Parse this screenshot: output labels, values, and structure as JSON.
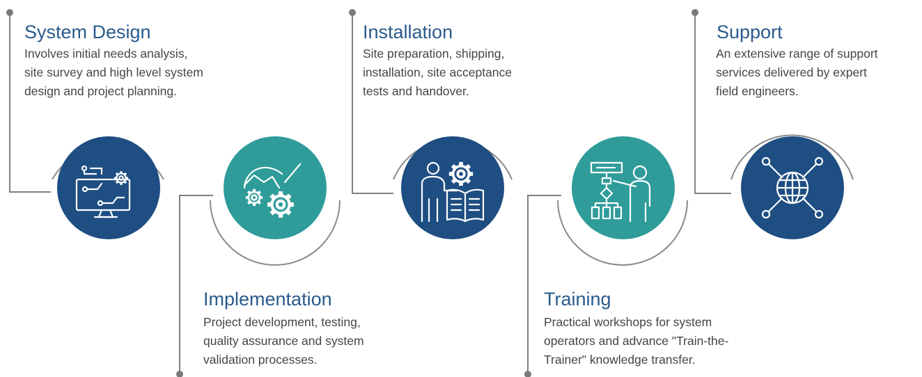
{
  "colors": {
    "primary_blue": "#1e4e82",
    "teal": "#2f9c9a",
    "title_blue": "#2a5a8c",
    "connector_gray": "#808080",
    "text_gray": "#454545"
  },
  "stages": [
    {
      "title": "System Design",
      "description_lines": [
        "Involves initial needs analysis,",
        "site survey and high level system",
        "design and project planning."
      ],
      "icon": "computer-settings-icon",
      "color": "blue"
    },
    {
      "title": "Implementation",
      "description_lines": [
        "Project development, testing,",
        "quality assurance and system",
        "validation processes."
      ],
      "icon": "gears-chart-icon",
      "color": "teal"
    },
    {
      "title": "Installation",
      "description_lines": [
        "Site preparation, shipping,",
        "installation, site acceptance",
        "tests and handover."
      ],
      "icon": "engineer-manual-icon",
      "color": "blue"
    },
    {
      "title": "Training",
      "description_lines": [
        "Practical workshops for system",
        "operators and advance \"Train-the-",
        "Trainer\" knowledge transfer."
      ],
      "icon": "trainer-flowchart-icon",
      "color": "teal"
    },
    {
      "title": "Support",
      "description_lines": [
        "An extensive range of support",
        "services delivered by expert",
        "field engineers."
      ],
      "icon": "global-network-icon",
      "color": "blue"
    }
  ]
}
